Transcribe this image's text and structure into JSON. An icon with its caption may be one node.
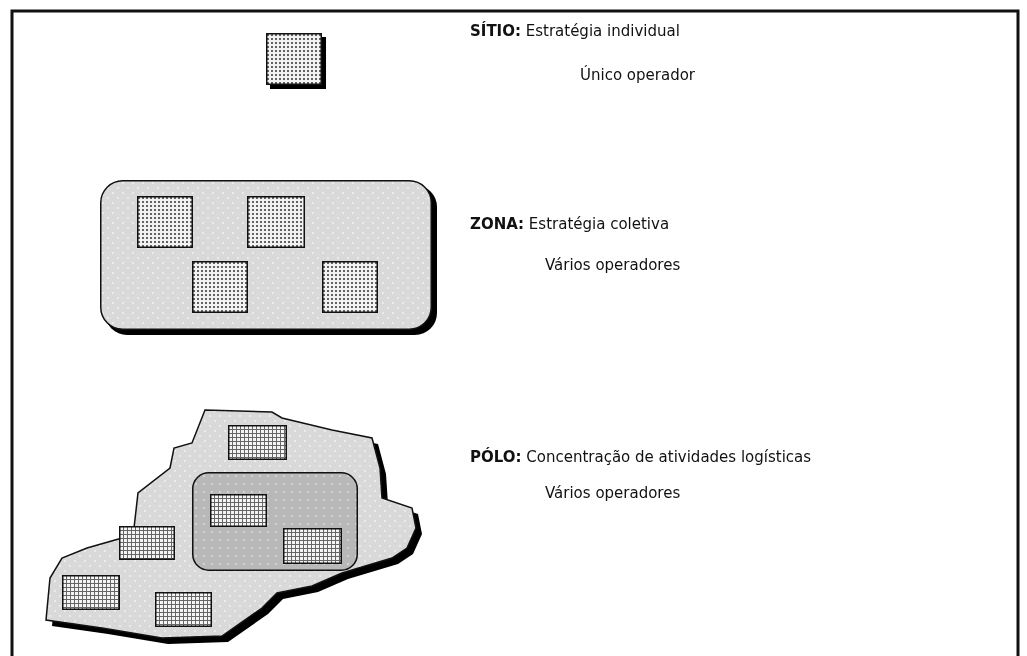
{
  "diagram": {
    "nodes": [
      {
        "text": [],
        "shape": "box"
      },
      {
        "text": [],
        "shape": "box"
      },
      {
        "text": [],
        "shape": "box",
        "in": 1
      },
      {
        "text": [],
        "shape": "box",
        "in": 1
      },
      {
        "text": [],
        "shape": "box",
        "in": 1
      },
      {
        "text": [],
        "shape": "box",
        "in": 1
      },
      {
        "text": [],
        "shape": "polygon"
      },
      {
        "text": [],
        "shape": "box",
        "in": 6
      },
      {
        "text": [],
        "shape": "box",
        "in": 6
      },
      {
        "text": [],
        "shape": "box",
        "in": 8
      },
      {
        "text": [],
        "shape": "box",
        "in": 8
      },
      {
        "text": [],
        "shape": "box",
        "in": 6
      },
      {
        "text": [],
        "shape": "box",
        "in": 6
      },
      {
        "text": [],
        "shape": "box",
        "in": 6
      }
    ],
    "labels": [
      "**SÍTIO:** Estratégia individual",
      "Único operador",
      "**ZONA:** Estratégia coletiva",
      "Vários operadores",
      "**PÓLO:** Concentração de atividades logísticas",
      "Vários operadores"
    ]
  }
}
